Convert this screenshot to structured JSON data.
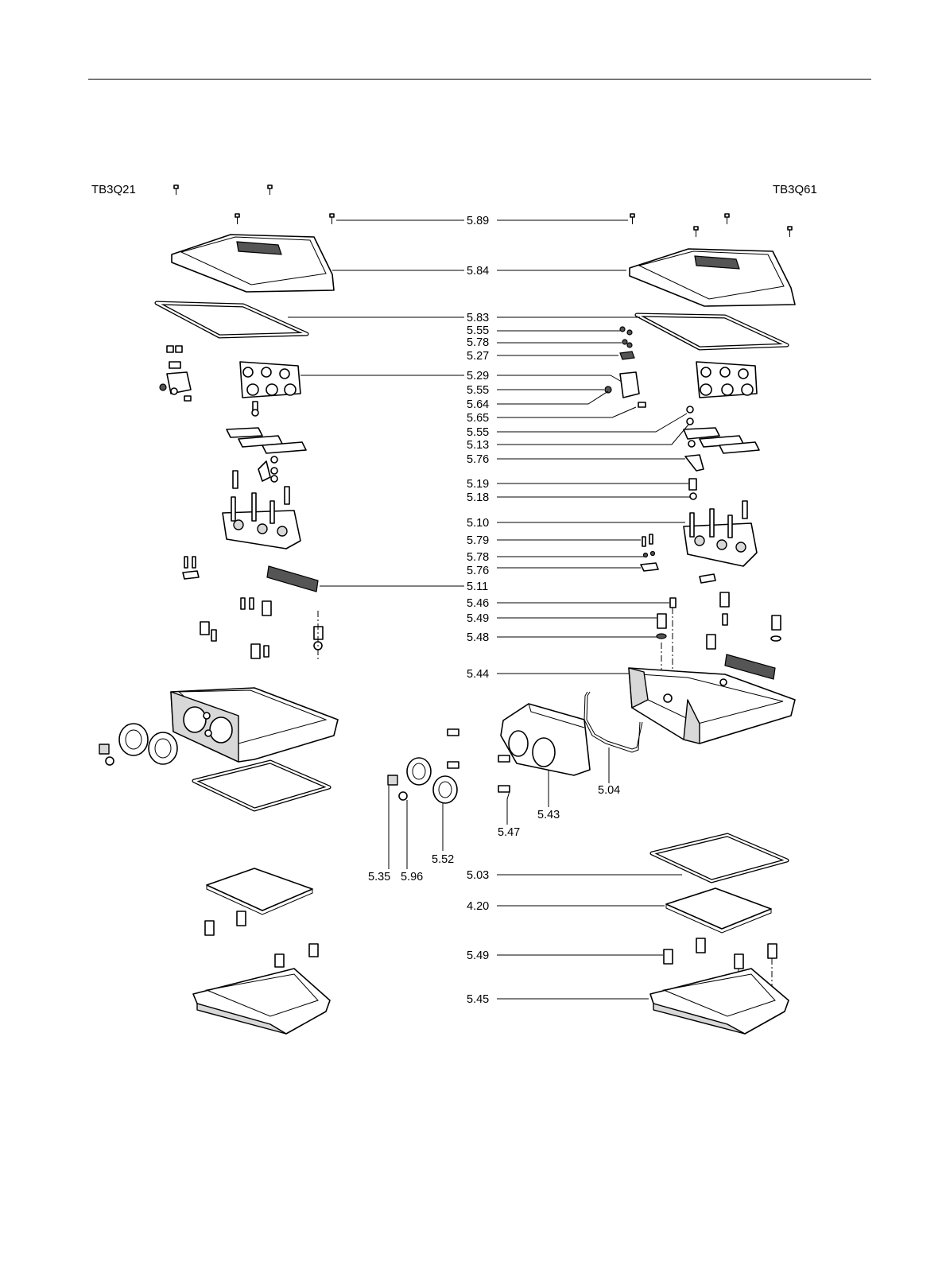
{
  "models": {
    "left": "TB3Q21",
    "right": "TB3Q61"
  },
  "labels": {
    "l589": "5.89",
    "l584": "5.84",
    "l583": "5.83",
    "l555a": "5.55",
    "l578a": "5.78",
    "l527": "5.27",
    "l529": "5.29",
    "l555b": "5.55",
    "l564": "5.64",
    "l565": "5.65",
    "l555c": "5.55",
    "l513": "5.13",
    "l576a": "5.76",
    "l519": "5.19",
    "l518": "5.18",
    "l510": "5.10",
    "l579": "5.79",
    "l578b": "5.78",
    "l576b": "5.76",
    "l511": "5.11",
    "l546": "5.46",
    "l549a": "5.49",
    "l548": "5.48",
    "l544": "5.44",
    "l504": "5.04",
    "l543": "5.43",
    "l547": "5.47",
    "l552": "5.52",
    "l535": "5.35",
    "l596": "5.96",
    "l503": "5.03",
    "l420": "4.20",
    "l549b": "5.49",
    "l545": "5.45"
  }
}
